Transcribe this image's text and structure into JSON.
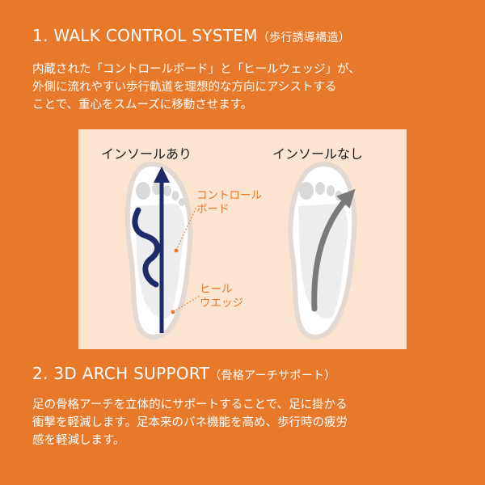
{
  "section1": {
    "title": "1. WALK CONTROL SYSTEM",
    "title_sub": "（歩行誘導構造）",
    "lines": [
      "内蔵された「コントロールボード」と「ヒールウェッジ」が、",
      "外側に流れやすい歩行軌道を理想的な方向にアシストする",
      "ことで、重心をスムーズに移動させます。"
    ]
  },
  "illustration": {
    "label_with": "インソールあり",
    "label_without": "インソールなし",
    "callout_control_board": [
      "コントロール",
      "ボード"
    ],
    "callout_heel_wedge": [
      "ヒール",
      "ウエッジ"
    ]
  },
  "section2": {
    "title": "2. 3D ARCH SUPPORT",
    "title_sub": "（骨格アーチサポート）",
    "lines": [
      "足の骨格アーチを立体的にサポートすることで、足に掛かる",
      "衝撃を軽減します。足本来のバネ機能を高め、歩行時の疲労",
      "感を軽減します。"
    ]
  },
  "colors": {
    "background": "#E8792B",
    "panel": "#FBE4D0",
    "arrow_navy": "#1F2A6B",
    "arrow_gray": "#7A7A7A",
    "callout": "#E8792B"
  }
}
